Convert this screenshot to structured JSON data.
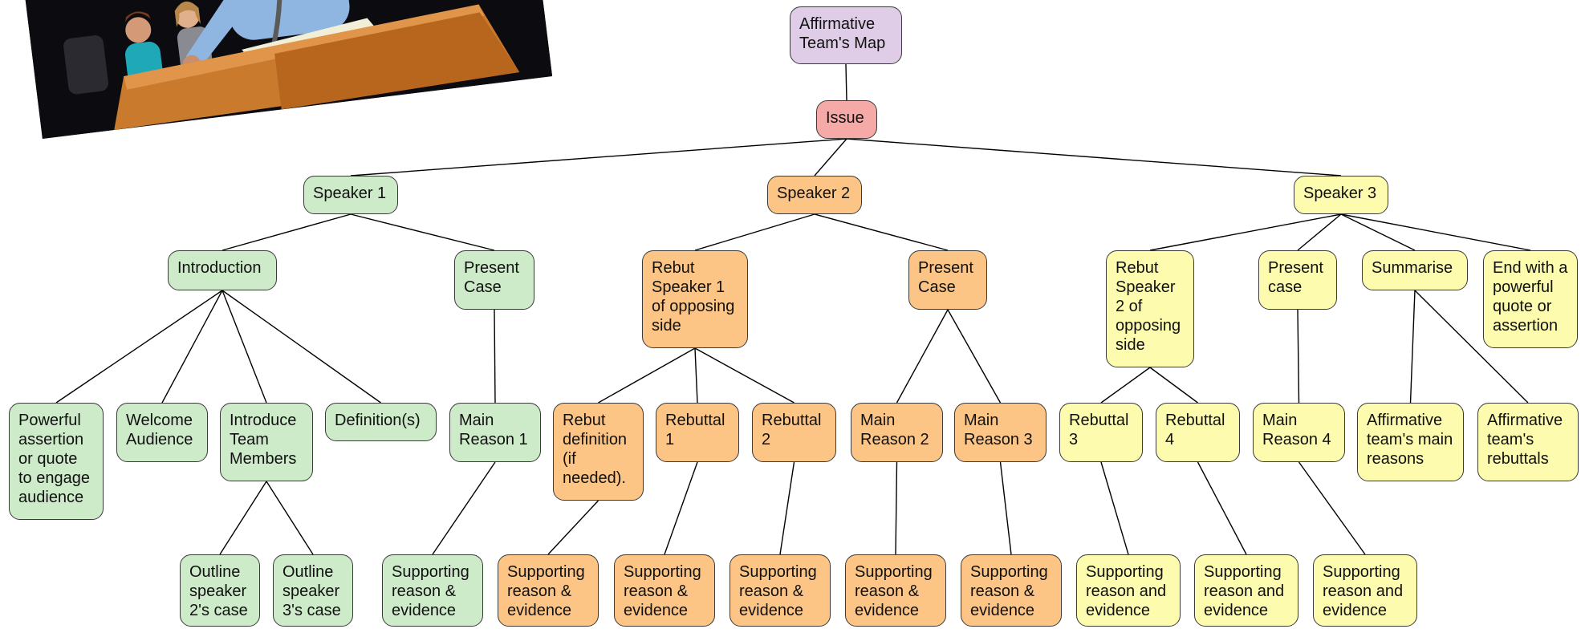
{
  "colors": {
    "root": "#dfcde8",
    "issue": "#f6aaa7",
    "speaker1": "#cdebc9",
    "speaker2": "#fdc585",
    "speaker3": "#fdfbae",
    "line": "#000000"
  },
  "photo": {
    "subject": "speaker-at-podium-with-audience"
  },
  "nodes": {
    "root": "Affirmative Team's Map",
    "issue": "Issue",
    "speaker1": "Speaker 1",
    "speaker2": "Speaker 2",
    "speaker3": "Speaker 3",
    "introduction": "Introduction",
    "present_case_1": "Present Case",
    "rebut_speaker1": "Rebut Speaker 1 of opposing side",
    "present_case_2": "Present Case",
    "rebut_speaker2": "Rebut Speaker 2 of opposing side",
    "present_case_3": "Present case",
    "summarise": "Summarise",
    "end_powerful": "End with a powerful quote or assertion",
    "powerful_assertion": "Powerful assertion or quote to engage audience",
    "welcome_audience": "Welcome Audience",
    "introduce_team": "Introduce Team Members",
    "definitions": "Definition(s)",
    "main_reason_1": "Main Reason 1",
    "rebut_definition": "Rebut definition (if needed).",
    "rebuttal_1": "Rebuttal 1",
    "rebuttal_2": "Rebuttal 2",
    "main_reason_2": "Main Reason 2",
    "main_reason_3": "Main Reason 3",
    "rebuttal_3": "Rebuttal 3",
    "rebuttal_4": "Rebuttal 4",
    "main_reason_4": "Main Reason 4",
    "aff_main_reasons": "Affirmative team's main reasons",
    "aff_rebuttals": "Affirmative team's rebuttals",
    "outline_speaker2": "Outline speaker 2's case",
    "outline_speaker3": "Outline speaker 3's case",
    "support_mr1": "Supporting reason & evidence",
    "support_rebut_def": "Supporting reason & evidence",
    "support_rebuttal1": "Supporting reason & evidence",
    "support_rebuttal2": "Supporting reason & evidence",
    "support_mr2": "Supporting reason & evidence",
    "support_mr3": "Supporting reason & evidence",
    "support_rebuttal3": "Supporting reason and evidence",
    "support_rebuttal4": "Supporting reason and evidence",
    "support_mr4": "Supporting reason and evidence"
  },
  "edges": [
    [
      "root",
      "issue"
    ],
    [
      "issue",
      "speaker1"
    ],
    [
      "issue",
      "speaker2"
    ],
    [
      "issue",
      "speaker3"
    ],
    [
      "speaker1",
      "introduction"
    ],
    [
      "speaker1",
      "present_case_1"
    ],
    [
      "speaker2",
      "rebut_speaker1"
    ],
    [
      "speaker2",
      "present_case_2"
    ],
    [
      "speaker3",
      "rebut_speaker2"
    ],
    [
      "speaker3",
      "present_case_3"
    ],
    [
      "speaker3",
      "summarise"
    ],
    [
      "speaker3",
      "end_powerful"
    ],
    [
      "introduction",
      "powerful_assertion"
    ],
    [
      "introduction",
      "welcome_audience"
    ],
    [
      "introduction",
      "introduce_team"
    ],
    [
      "introduction",
      "definitions"
    ],
    [
      "present_case_1",
      "main_reason_1"
    ],
    [
      "rebut_speaker1",
      "rebut_definition"
    ],
    [
      "rebut_speaker1",
      "rebuttal_1"
    ],
    [
      "rebut_speaker1",
      "rebuttal_2"
    ],
    [
      "present_case_2",
      "main_reason_2"
    ],
    [
      "present_case_2",
      "main_reason_3"
    ],
    [
      "rebut_speaker2",
      "rebuttal_3"
    ],
    [
      "rebut_speaker2",
      "rebuttal_4"
    ],
    [
      "present_case_3",
      "main_reason_4"
    ],
    [
      "summarise",
      "aff_main_reasons"
    ],
    [
      "summarise",
      "aff_rebuttals"
    ],
    [
      "introduce_team",
      "outline_speaker2"
    ],
    [
      "introduce_team",
      "outline_speaker3"
    ],
    [
      "main_reason_1",
      "support_mr1"
    ],
    [
      "rebut_definition",
      "support_rebut_def"
    ],
    [
      "rebuttal_1",
      "support_rebuttal1"
    ],
    [
      "rebuttal_2",
      "support_rebuttal2"
    ],
    [
      "main_reason_2",
      "support_mr2"
    ],
    [
      "main_reason_3",
      "support_mr3"
    ],
    [
      "rebuttal_3",
      "support_rebuttal3"
    ],
    [
      "rebuttal_4",
      "support_rebuttal4"
    ],
    [
      "main_reason_4",
      "support_mr4"
    ]
  ]
}
